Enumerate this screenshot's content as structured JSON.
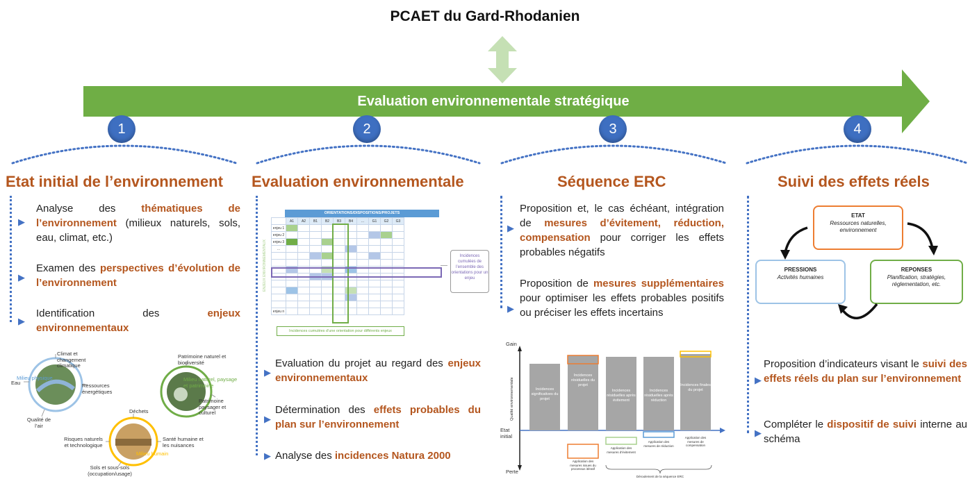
{
  "title": "PCAET du Gard-Rhodanien",
  "band_label": "Evaluation environnementale stratégique",
  "steps": [
    "1",
    "2",
    "3",
    "4"
  ],
  "colors": {
    "green": "#6fae45",
    "blue": "#3e6fc1",
    "brown": "#b4561e",
    "orange": "#ed7d31",
    "lightgreen": "#a9d18e"
  },
  "col1": {
    "title": "Etat initial de l’environnement",
    "p1a": "Analyse des ",
    "p1b": "thématiques de l’environnement",
    "p1c": " (milieux naturels, sols, eau, climat, etc.)",
    "p2a": "Examen des ",
    "p2b": "perspectives d’évolution de l’environnement",
    "p3a": "Identification des ",
    "p3b": "enjeux environnementaux",
    "wheel": {
      "milieu_physique": "Milieu physique",
      "climat": "Climat et changement climatique",
      "eau": "Eau",
      "ressources": "Ressources énergétiques",
      "qualite": "Qualité de l’air",
      "patrimoine_nat": "Patrimoine naturel et biodiversité",
      "milieu_naturel": "Milieu naturel, paysage et patrimoine",
      "patrimoine_pay": "Patrimoine paysager et culturel",
      "dechets": "Déchets",
      "risques": "Risques naturels et technologique",
      "sante": "Santé humaine et les nuisances",
      "milieu_humain": "Milieu humain",
      "sols": "Sols et sous-sols (occupation/usage)"
    }
  },
  "col2": {
    "title": "Evaluation environnementale",
    "table_header": "ORIENTATIONS/DISPOSITIONS/PROJETS",
    "col_headers": [
      "A1",
      "A2",
      "B1",
      "B2",
      "B3",
      "B4",
      "...",
      "G1",
      "G2",
      "G3"
    ],
    "row_headers": [
      "enjeu 1",
      "enjeu 2",
      "enjeu 3",
      "...",
      "",
      "",
      "",
      "",
      "",
      "",
      "",
      "",
      "enjeu n"
    ],
    "side_label": "ENJEUX ENVIRONNEMENTAUX",
    "callout": "Incidences cumulées de l’ensemble des orientations pour un enjeu",
    "bottom_label": "Incidences cumulées d’une orientation pour différents enjeux",
    "p1a": "Evaluation du projet au regard des ",
    "p1b": "enjeux environnementaux",
    "p2a": "Détermination des ",
    "p2b": "effets probables du plan sur l’environnement",
    "p3a": "Analyse des ",
    "p3b": "incidences Natura 2000"
  },
  "col3": {
    "title": "Séquence ERC",
    "p1a": "Proposition et, le cas échéant, intégration de ",
    "p1b": "mesures d’évitement, réduction, compensation",
    "p1c": " pour corriger les effets probables négatifs",
    "p2a": "Proposition de ",
    "p2b": "mesures supplémentaires",
    "p2c": " pour optimiser les effets probables positifs ou préciser les effets incertains",
    "chart": {
      "y_top": "Gain",
      "y_bottom": "Perte",
      "y_axis": "Qualité environnementale",
      "etat_initial": "Etat initial",
      "bars": [
        "Incidences significatives du projet",
        "Incidences résiduelles du projet",
        "Incidences résiduelles après évitement",
        "Incidences résiduelles après réduction",
        "Incidences finales du projet"
      ],
      "notes": [
        "Application des mesures issues du processus itératif",
        "Application des mesures d’évitement",
        "Application des mesures de réduction",
        "Application des mesures de compensation"
      ],
      "footer": "Déroulement de la séquence ERC"
    }
  },
  "col4": {
    "title": "Suivi des effets réels",
    "etat_t": "ETAT",
    "etat_s": "Ressources naturelles, environnement",
    "pressions_t": "PRESSIONS",
    "pressions_s": "Activités humaines",
    "reponses_t": "REPONSES",
    "reponses_s": "Planification, stratégies, réglementation, etc.",
    "p1a": "Proposition d’indicateurs visant le ",
    "p1b": "suivi des effets réels du plan sur l’environnement",
    "p2a": "Compléter le ",
    "p2b": "dispositif de suivi",
    "p2c": " interne au schéma"
  }
}
